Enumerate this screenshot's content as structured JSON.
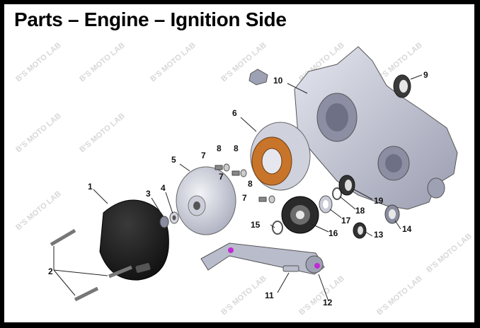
{
  "title": "Parts – Engine – Ignition Side",
  "watermark": "B'S MOTO LAB",
  "callouts": {
    "c1": "1",
    "c2": "2",
    "c3": "3",
    "c4": "4",
    "c5": "5",
    "c6": "6",
    "c7a": "7",
    "c7b": "7",
    "c7c": "7",
    "c8a": "8",
    "c8b": "8",
    "c8c": "8",
    "c9": "9",
    "c10": "10",
    "c11": "11",
    "c12": "12",
    "c13": "13",
    "c14": "14",
    "c15": "15",
    "c16": "16",
    "c17": "17",
    "c18": "18",
    "c19": "19"
  },
  "colors": {
    "background": "#ffffff",
    "border": "#000000",
    "stator_coil": "#c8752b",
    "part_gray": "#b9bccb",
    "cover_black": "#1c1c1c",
    "accent_purple": "#c02ad6"
  }
}
